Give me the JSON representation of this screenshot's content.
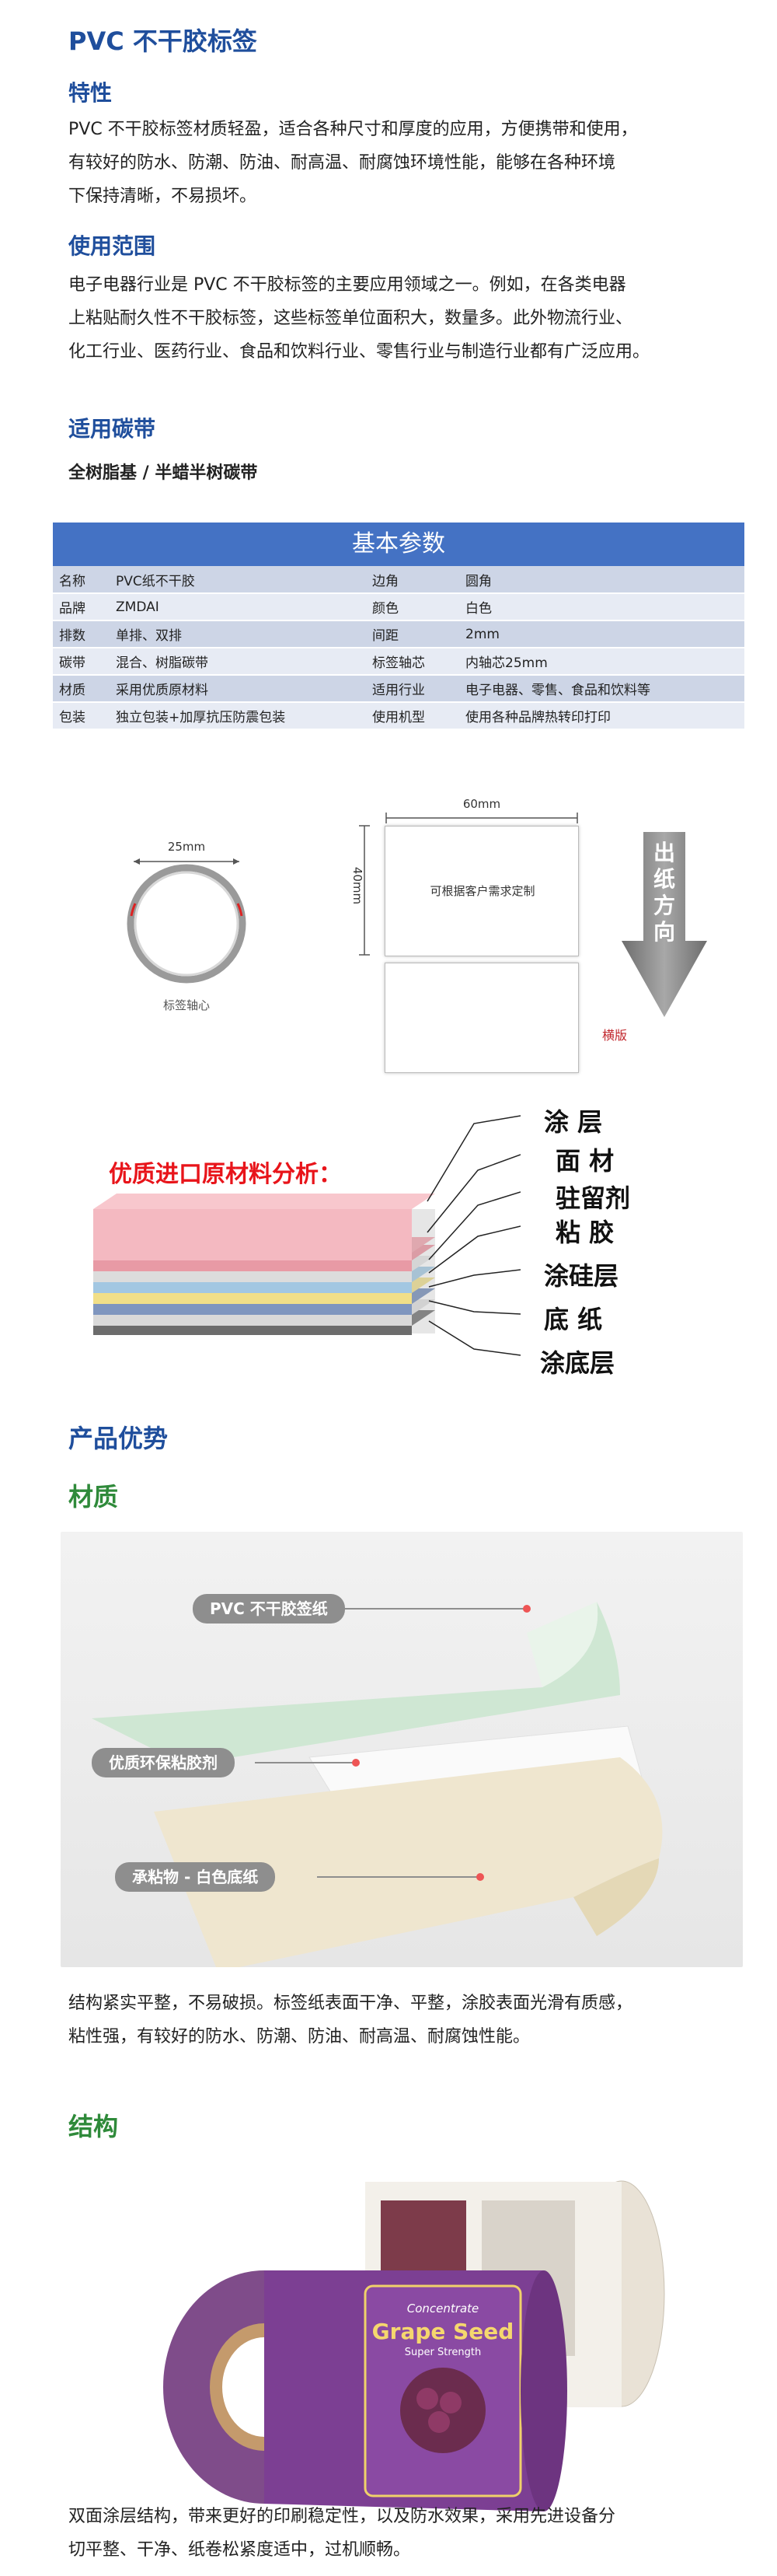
{
  "title": "PVC 不干胶标签",
  "features": {
    "heading": "特性",
    "text_lines": [
      "PVC 不干胶标签材质轻盈，适合各种尺寸和厚度的应用，方便携带和使用，",
      "有较好的防水、防潮、防油、耐高温、耐腐蚀环境性能，能够在各种环境",
      "下保持清晰，不易损坏。"
    ]
  },
  "scope": {
    "heading": "使用范围",
    "text_lines": [
      "电子电器行业是 PVC 不干胶标签的主要应用领域之一。例如，在各类电器",
      "上粘贴耐久性不干胶标签，这些标签单位面积大，数量多。此外物流行业、",
      "化工行业、医药行业、食品和饮料行业、零售行业与制造行业都有广泛应用。"
    ]
  },
  "ribbon": {
    "heading": "适用碳带",
    "text": "全树脂基 / 半蜡半树碳带"
  },
  "params": {
    "title": "基本参数",
    "rows": [
      [
        "名称",
        "PVC纸不干胶",
        "边角",
        "圆角"
      ],
      [
        "品牌",
        "ZMDAI",
        "颜色",
        "白色"
      ],
      [
        "排数",
        "单排、双排",
        "间距",
        "2mm"
      ],
      [
        "碳带",
        "混合、树脂碳带",
        "标签轴芯",
        "内轴芯25mm"
      ],
      [
        "材质",
        "采用优质原材料",
        "适用行业",
        "电子电器、零售、食品和饮料等"
      ],
      [
        "包装",
        "独立包装+加厚抗压防震包装",
        "使用机型",
        "使用各种品牌热转印打印"
      ]
    ]
  },
  "spec_diagram": {
    "core_dim": "25mm",
    "core_label": "标签轴心",
    "width_dim": "60mm",
    "height_dim": "40mm",
    "custom_text": "可根据客户需求定制",
    "direction_chars": [
      "出",
      "纸",
      "方",
      "向"
    ],
    "orientation": "横版"
  },
  "material_analysis": {
    "title": "优质进口原材料分析：",
    "layers": [
      "涂 层",
      "面 材",
      "驻留剂",
      "粘 胶",
      "涂硅层",
      "底 纸",
      "涂底层"
    ]
  },
  "advantages": {
    "heading": "产品优势",
    "material": {
      "heading": "材质",
      "callouts": [
        "PVC 不干胶签纸",
        "优质环保粘胶剂",
        "承粘物 - 白色底纸"
      ],
      "text_lines": [
        "结构紧实平整，不易破损。标签纸表面干净、平整，涂胶表面光滑有质感，",
        "粘性强，有较好的防水、防潮、防油、耐高温、耐腐蚀性能。"
      ]
    },
    "structure": {
      "heading": "结构",
      "label_texts": [
        "Concentrate",
        "Grape Seed",
        "Super Strength"
      ],
      "text_lines": [
        "双面涂层结构，带来更好的印刷稳定性，以及防水效果，采用先进设备分",
        "切平整、干净、纸卷松紧度适中，过机顺畅。"
      ]
    }
  },
  "colors": {
    "heading_blue": "#1f4e9c",
    "heading_green": "#2f8a3a",
    "table_header": "#4472c4",
    "title_red": "#e8141a"
  }
}
